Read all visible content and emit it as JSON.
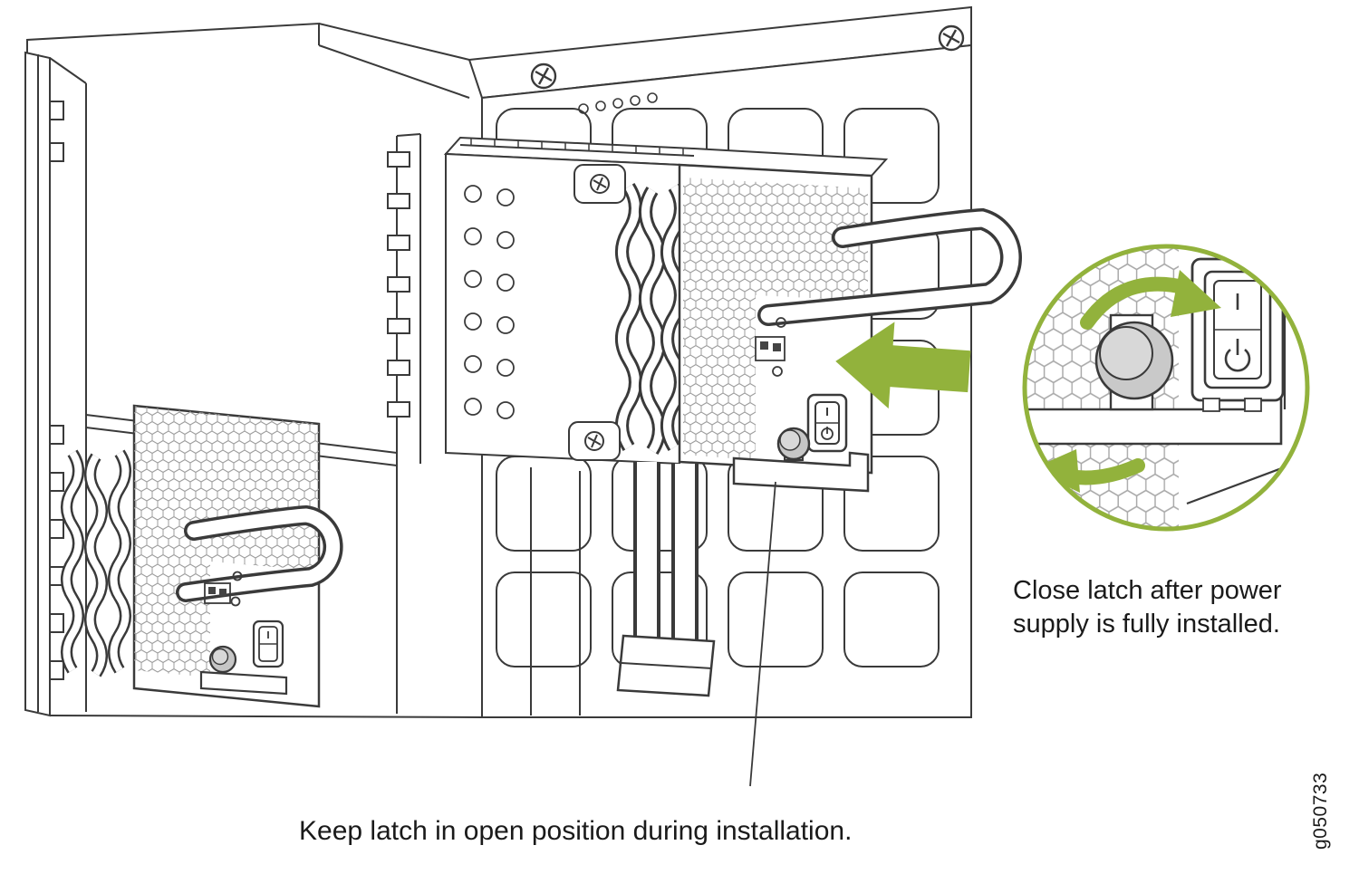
{
  "figure": {
    "id": "g050733"
  },
  "captions": {
    "close_latch": "Close latch after power supply is fully installed.",
    "keep_latch": "Keep latch in open position during installation."
  },
  "colors": {
    "accent_green": "#92b23c",
    "line": "#3a3a3a",
    "knob_gray": "#c6c6c6",
    "text": "#1a1a1a",
    "background": "#ffffff"
  },
  "icons": {
    "insertion_arrow": "solid-arrow-pointing-left-at-power-supply",
    "latch_open_arrow": "curved-rotation-arrow-toward-switch",
    "latch_close_arrow": "curved-arrow-pointing-left"
  }
}
